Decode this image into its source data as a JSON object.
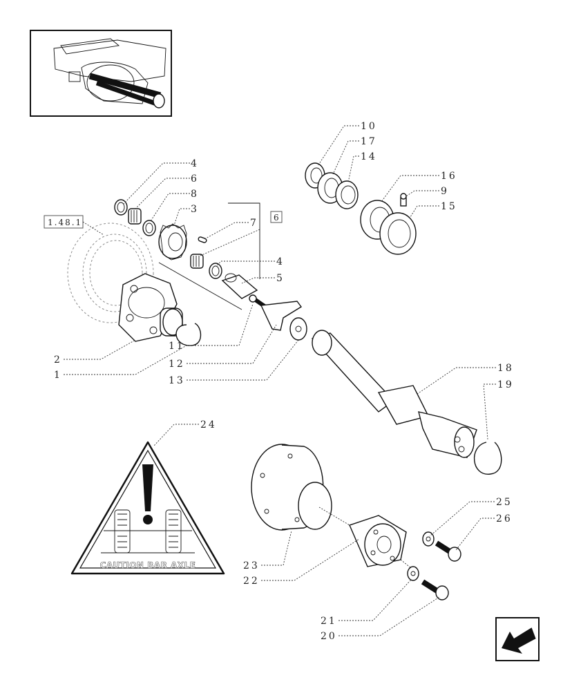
{
  "diagram": {
    "callouts": [
      {
        "id": "c1",
        "text": "1"
      },
      {
        "id": "c2",
        "text": "2"
      },
      {
        "id": "c3",
        "text": "3"
      },
      {
        "id": "c4a",
        "text": "4"
      },
      {
        "id": "c4b",
        "text": "4"
      },
      {
        "id": "c5",
        "text": "5"
      },
      {
        "id": "c6",
        "text": "6"
      },
      {
        "id": "c7",
        "text": "7"
      },
      {
        "id": "c8",
        "text": "8"
      },
      {
        "id": "c9",
        "text": "9"
      },
      {
        "id": "c10",
        "text": "10"
      },
      {
        "id": "c11",
        "text": "11"
      },
      {
        "id": "c12",
        "text": "12"
      },
      {
        "id": "c13",
        "text": "13"
      },
      {
        "id": "c14",
        "text": "14"
      },
      {
        "id": "c15",
        "text": "15"
      },
      {
        "id": "c16",
        "text": "16"
      },
      {
        "id": "c17",
        "text": "17"
      },
      {
        "id": "c18",
        "text": "18"
      },
      {
        "id": "c19",
        "text": "19"
      },
      {
        "id": "c20",
        "text": "20"
      },
      {
        "id": "c21",
        "text": "21"
      },
      {
        "id": "c22",
        "text": "22"
      },
      {
        "id": "c23",
        "text": "23"
      },
      {
        "id": "c24",
        "text": "24"
      },
      {
        "id": "c25",
        "text": "25"
      },
      {
        "id": "c26",
        "text": "26"
      }
    ],
    "boxed_refs": {
      "section_ref": "1.48.1",
      "group_ref": "6"
    },
    "warning_label": {
      "text": "CAUTION BAR AXLE",
      "icon": "exclamation-icon"
    },
    "nav_icon": "back-arrow-icon"
  }
}
